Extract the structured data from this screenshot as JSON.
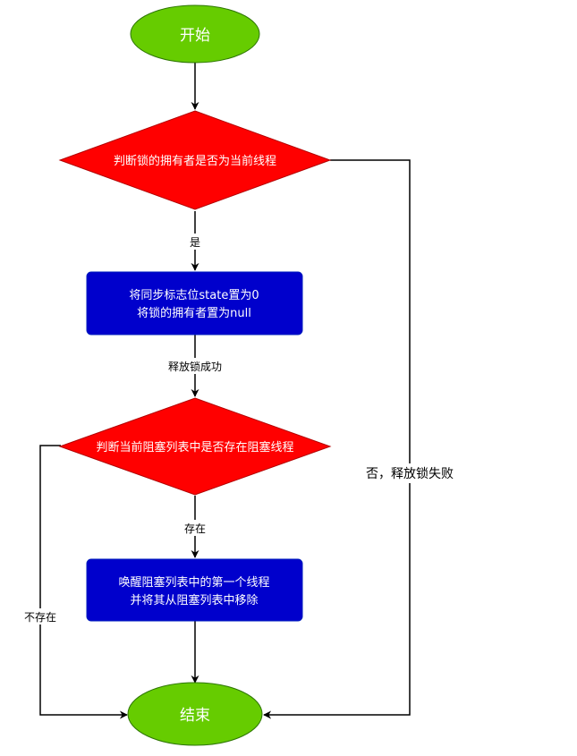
{
  "colors": {
    "terminal_fill": "#66cc00",
    "terminal_stroke": "#2d7600",
    "decision_fill": "#ff0000",
    "decision_stroke": "#b20000",
    "process_fill": "#0000cc",
    "process_stroke": "#001dbc",
    "line": "#000000",
    "background": "#ffffff"
  },
  "nodes": {
    "start": {
      "text": "开始"
    },
    "decision_owner": {
      "text": "判断锁的拥有者是否为当前线程"
    },
    "process_release": {
      "line1": "将同步标志位state置为0",
      "line2": "将锁的拥有者置为null"
    },
    "decision_blocked": {
      "text": "判断当前阻塞列表中是否存在阻塞线程"
    },
    "process_wake": {
      "line1": "唤醒阻塞列表中的第一个线程",
      "line2": "并将其从阻塞列表中移除"
    },
    "end": {
      "text": "结束"
    }
  },
  "edges": {
    "yes": "是",
    "release_success": "释放锁成功",
    "no_release_fail": "否，释放锁失败",
    "exists": "存在",
    "not_exists": "不存在"
  }
}
